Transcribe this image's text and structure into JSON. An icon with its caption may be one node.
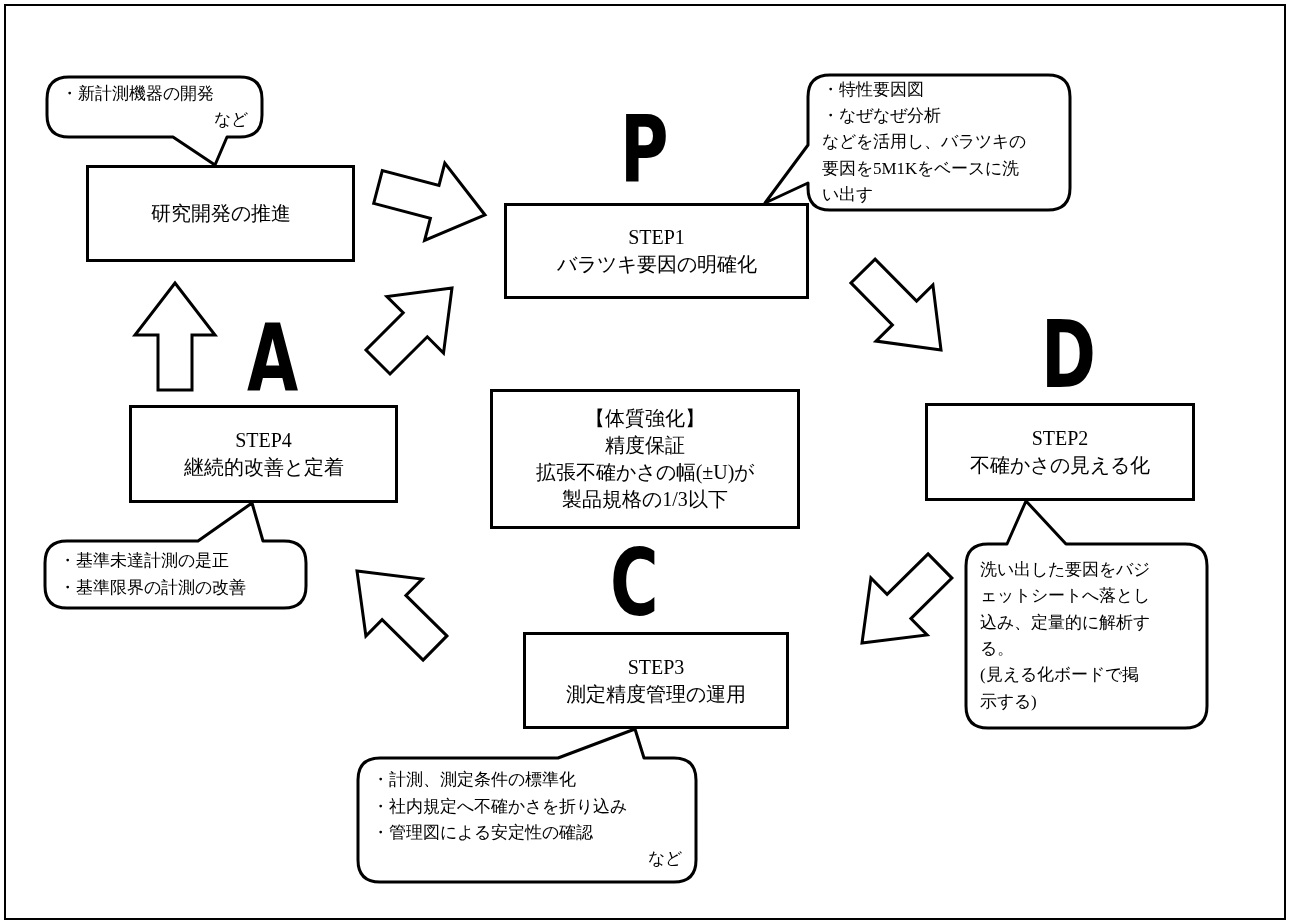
{
  "diagram": {
    "nodes": [
      {
        "text": [
          "研究開発の推進"
        ]
      },
      {
        "text": [
          "STEP1",
          "バラツキ要因の明確化"
        ]
      },
      {
        "text": [
          "STEP2",
          "不確かさの見える化"
        ]
      },
      {
        "text": [
          "STEP3",
          "測定精度管理の運用"
        ]
      },
      {
        "text": [
          "STEP4",
          "継続的改善と定着"
        ]
      },
      {
        "text": [
          "【体質強化】",
          "精度保証",
          "拡張不確かさの幅(±U)が製品規格の1/3以下"
        ]
      },
      {
        "text": [
          "・新計測機器の開発",
          "など"
        ]
      },
      {
        "text": [
          "・特性要因図",
          "・なぜなぜ分析",
          "などを活用し、バラツキの要因を5M1Kをベースに洗い出す"
        ]
      },
      {
        "text": [
          "洗い出した要因をバジェットシートへ落とし込み、定量的に解析する。",
          "(見える化ボードで掲示する)"
        ]
      },
      {
        "text": [
          "・計測、測定条件の標準化",
          "・社内規定へ不確かさを折り込み",
          "・管理図による安定性の確認",
          "など"
        ]
      },
      {
        "text": [
          "・基準未達計測の是正",
          "・基準限界の計測の改善"
        ]
      }
    ],
    "edges": [
      {
        "from": 0,
        "to": 1,
        "arrow": "to"
      },
      {
        "from": 4,
        "to": 1,
        "arrow": "to"
      },
      {
        "from": 1,
        "to": 2,
        "arrow": "to"
      },
      {
        "from": 2,
        "to": 3,
        "arrow": "to"
      },
      {
        "from": 3,
        "to": 4,
        "arrow": "to"
      },
      {
        "from": 4,
        "to": 0,
        "arrow": "to"
      }
    ],
    "labels": [
      "P",
      "A",
      "D",
      "C"
    ]
  }
}
